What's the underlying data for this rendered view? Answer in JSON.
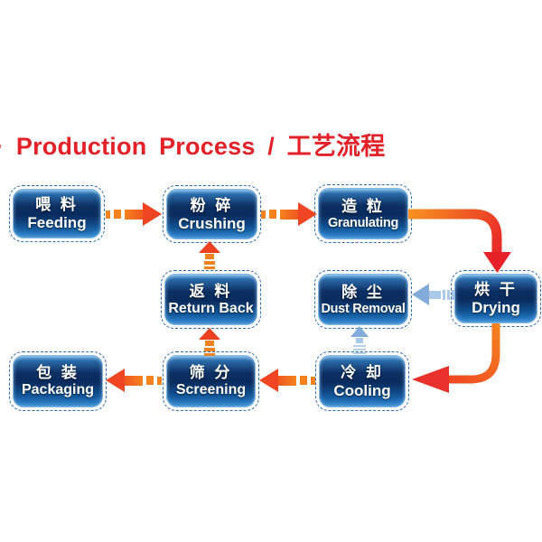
{
  "title": {
    "text": "· Production Process / 工艺流程"
  },
  "boxes": [
    {
      "id": "feeding",
      "zh": "喂 料",
      "en": "Feeding"
    },
    {
      "id": "crushing",
      "zh": "粉 碎",
      "en": "Crushing"
    },
    {
      "id": "granulating",
      "zh": "造 粒",
      "en": "Granulating"
    },
    {
      "id": "return-back",
      "zh": "返 料",
      "en": "Return Back"
    },
    {
      "id": "dust-removal",
      "zh": "除 尘",
      "en": "Dust Removal"
    },
    {
      "id": "drying",
      "zh": "烘 干",
      "en": "Drying"
    },
    {
      "id": "packaging",
      "zh": "包 装",
      "en": "Packaging"
    },
    {
      "id": "screening",
      "zh": "筛 分",
      "en": "Screening"
    },
    {
      "id": "cooling",
      "zh": "冷 却",
      "en": "Cooling"
    }
  ],
  "connections": [
    {
      "from": "Feeding",
      "to": "Crushing",
      "color": "orange"
    },
    {
      "from": "Crushing",
      "to": "Granulating",
      "color": "orange"
    },
    {
      "from": "Granulating",
      "to": "Drying",
      "color": "orange"
    },
    {
      "from": "Drying",
      "to": "Dust Removal",
      "color": "blue"
    },
    {
      "from": "Drying",
      "to": "Cooling",
      "color": "orange"
    },
    {
      "from": "Cooling",
      "to": "Dust Removal",
      "color": "blue"
    },
    {
      "from": "Cooling",
      "to": "Screening",
      "color": "orange"
    },
    {
      "from": "Screening",
      "to": "Packaging",
      "color": "orange"
    },
    {
      "from": "Screening",
      "to": "Return Back",
      "color": "orange"
    },
    {
      "from": "Return Back",
      "to": "Crushing",
      "color": "orange"
    }
  ],
  "colors": {
    "title_red": "#e32128",
    "arrow_orange": "#f5821f",
    "arrow_head_red": "#ea3a24",
    "arrow_blue_light": "#aac9ea",
    "arrow_blue_head": "#83abd9",
    "box_gradient_top": "#6fb3e2",
    "box_gradient_dark": "#0a2b5c",
    "box_gradient_bottom": "#3b8ccd",
    "box_dash_outline": "#2e6cb0",
    "background": "#ffffff"
  }
}
